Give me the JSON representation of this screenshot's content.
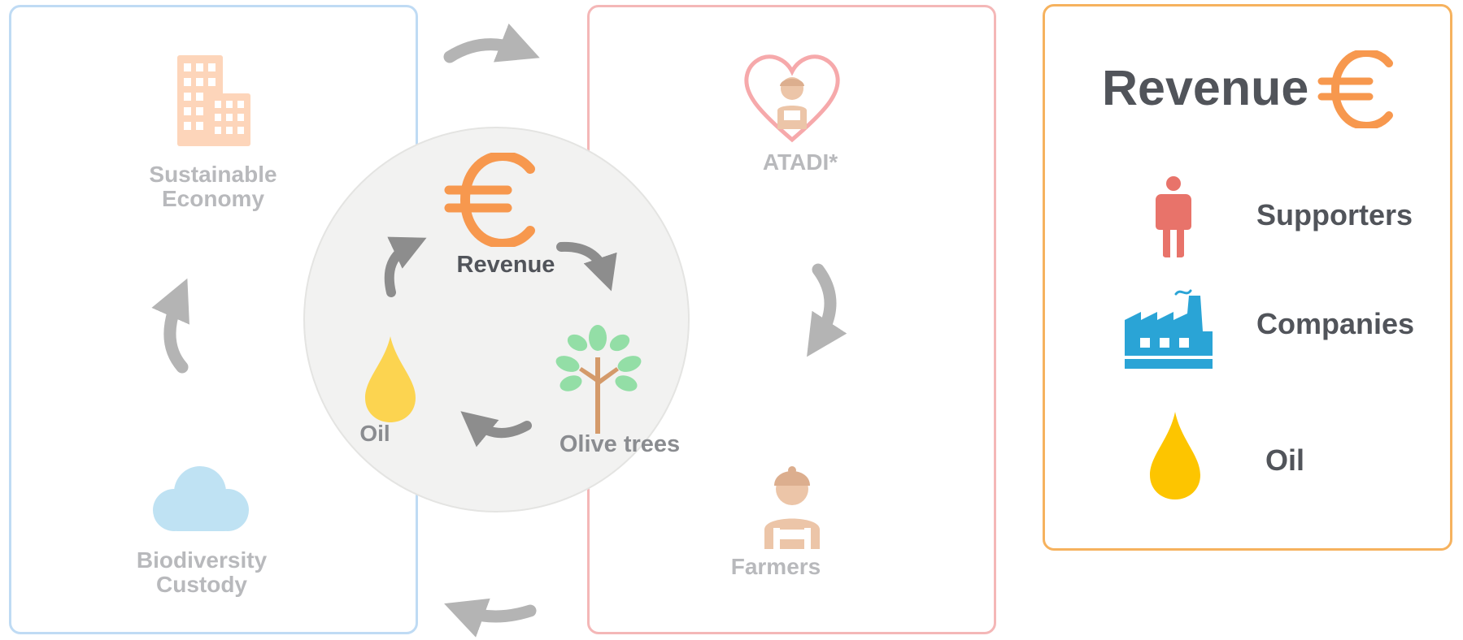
{
  "left_panel": {
    "economy_label": "Sustainable\nEconomy",
    "biodiversity_label": "Biodiversity\nCustody"
  },
  "middle_panel": {
    "atadi_label": "ATADI*",
    "farmers_label": "Farmers"
  },
  "cycle": {
    "revenue_label": "Revenue",
    "olive_trees_label": "Olive trees",
    "oil_label": "Oil"
  },
  "legend": {
    "title": "Revenue",
    "items": [
      {
        "label": "Supporters",
        "icon": "person-icon"
      },
      {
        "label": "Companies",
        "icon": "factory-icon"
      },
      {
        "label": "Oil",
        "icon": "oil-drop-icon"
      }
    ]
  },
  "colors": {
    "euro_orange": "#f7984e",
    "oil_yellow": "#fdc500",
    "factory_blue": "#2aa4d6",
    "person_red": "#e8736a",
    "left_border": "#bfdbf4",
    "middle_border": "#f4b7b7",
    "legend_border": "#f6b25e"
  }
}
